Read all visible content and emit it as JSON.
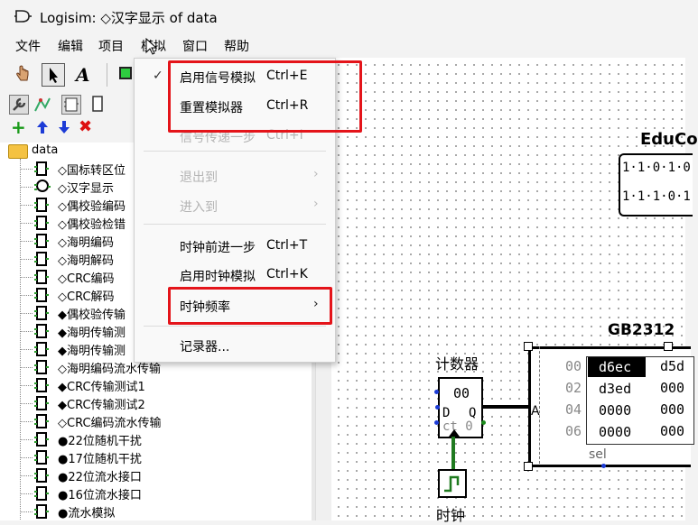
{
  "window": {
    "title": "Logisim: ◇汉字显示 of data"
  },
  "menubar": {
    "items": [
      "文件",
      "编辑",
      "项目",
      "模拟",
      "窗口",
      "帮助"
    ]
  },
  "simulate_menu": {
    "items": [
      {
        "label": "启用信号模拟",
        "shortcut": "Ctrl+E",
        "checked": true,
        "enabled": true
      },
      {
        "label": "重置模拟器",
        "shortcut": "Ctrl+R",
        "enabled": true
      },
      {
        "label": "信号传递一步",
        "shortcut": "Ctrl+I",
        "enabled": false
      },
      {
        "label": "退出到",
        "submenu": true,
        "enabled": false
      },
      {
        "label": "进入到",
        "submenu": true,
        "enabled": false
      },
      {
        "label": "时钟前进一步",
        "shortcut": "Ctrl+T",
        "enabled": true
      },
      {
        "label": "启用时钟模拟",
        "shortcut": "Ctrl+K",
        "enabled": true
      },
      {
        "label": "时钟频率",
        "submenu": true,
        "enabled": true
      },
      {
        "label": "记录器...",
        "enabled": true
      }
    ],
    "check_mark": "✓",
    "arrow": "›"
  },
  "tree": {
    "root": "data",
    "items": [
      "◇国标转区位",
      "◇汉字显示",
      "◇偶校验编码",
      "◇偶校验检错",
      "◇海明编码",
      "◇海明解码",
      "◇CRC编码",
      "◇CRC解码",
      "◆偶校验传输",
      "◆海明传输测",
      "◆海明传输测",
      "◇海明编码流水传输",
      "◆CRC传输测试1",
      "◆CRC传输测试2",
      "◇CRC编码流水传输",
      "●22位随机干扰",
      "●17位随机干扰",
      "●22位流水接口",
      "●16位流水接口",
      "●流水模拟"
    ]
  },
  "canvas": {
    "educ_title": "EduCo",
    "educ_row1": "1·1·0·1·0",
    "educ_row2": "1·1·1·0·1",
    "gb_title": "GB2312",
    "counter_title": "计数器",
    "counter_value": "00",
    "counter_d": "D",
    "counter_q": "Q",
    "counter_ct": "ct 0",
    "clock_label": "时钟",
    "rom_port": "A",
    "rom_sel": "sel",
    "rom_addr": [
      "00",
      "02",
      "04",
      "06"
    ],
    "rom_col1": [
      "d6ec",
      "d3ed",
      "0000",
      "0000"
    ],
    "rom_col2": [
      "d5d",
      "000",
      "000",
      "000"
    ],
    "selected_cell": "d6ec"
  },
  "colors": {
    "highlight": "#e4141a",
    "wire_on": "#1f7a1f",
    "pin_blue": "#1c3bd6",
    "rom_selected_bg": "#000000"
  }
}
